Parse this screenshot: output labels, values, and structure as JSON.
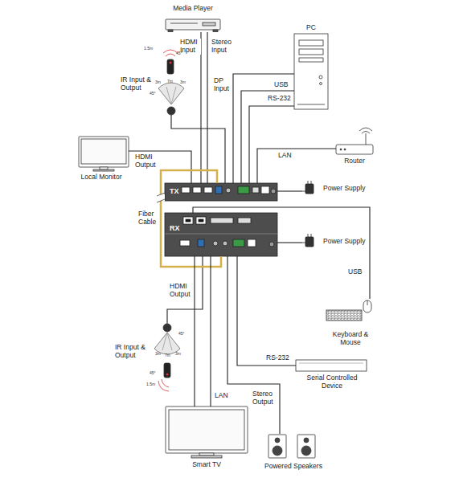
{
  "diagram": {
    "nodes": [
      {
        "text": [
          "Media Player"
        ]
      },
      {
        "text": [
          "PC"
        ]
      },
      {
        "text": [
          "Router"
        ]
      },
      {
        "text": [
          "Local Monitor"
        ]
      },
      {
        "text": [
          "TX"
        ]
      },
      {
        "text": [
          "Power Supply"
        ]
      },
      {
        "text": [
          "RX"
        ]
      },
      {
        "text": [
          "Power Supply"
        ]
      },
      {
        "text": [
          "Keyboard & Mouse"
        ]
      },
      {
        "text": [
          "Serial Controlled Device"
        ]
      },
      {
        "text": [
          "Smart TV"
        ]
      },
      {
        "text": [
          "Powered Speakers"
        ]
      }
    ],
    "edges": [
      {
        "from": 0,
        "to": 4,
        "label": "HDMI Input",
        "arrow": "none"
      },
      {
        "from": 0,
        "to": 4,
        "label": "Stereo Input",
        "arrow": "none"
      },
      {
        "from": 1,
        "to": 4,
        "label": "DP Input",
        "arrow": "none"
      },
      {
        "from": 1,
        "to": 4,
        "label": "USB",
        "arrow": "none"
      },
      {
        "from": 1,
        "to": 4,
        "label": "RS-232",
        "arrow": "none"
      },
      {
        "from": 2,
        "to": 4,
        "label": "LAN",
        "arrow": "none"
      },
      {
        "from": 4,
        "to": 3,
        "label": "HDMI Output",
        "arrow": "none"
      },
      {
        "from": 4,
        "to": 6,
        "label": "Fiber Cable",
        "arrow": "none"
      },
      {
        "from": 5,
        "to": 4,
        "arrow": "none"
      },
      {
        "from": 7,
        "to": 6,
        "arrow": "none"
      },
      {
        "from": 6,
        "to": 8,
        "label": "USB",
        "arrow": "none"
      },
      {
        "from": 6,
        "to": 10,
        "label": "HDMI Output",
        "arrow": "none"
      },
      {
        "from": 6,
        "to": 9,
        "label": "RS-232",
        "arrow": "none"
      },
      {
        "from": 6,
        "to": 10,
        "label": "LAN",
        "arrow": "none"
      },
      {
        "from": 6,
        "to": 11,
        "label": "Stereo Output",
        "arrow": "none"
      }
    ],
    "labels": [
      "IR Input & Output",
      "1.5m",
      "45°",
      "45°",
      "3m",
      "7m",
      "3m",
      "IR Input & Output",
      "45°",
      "3m",
      "7m",
      "3m",
      "45°",
      "1.5m"
    ]
  }
}
